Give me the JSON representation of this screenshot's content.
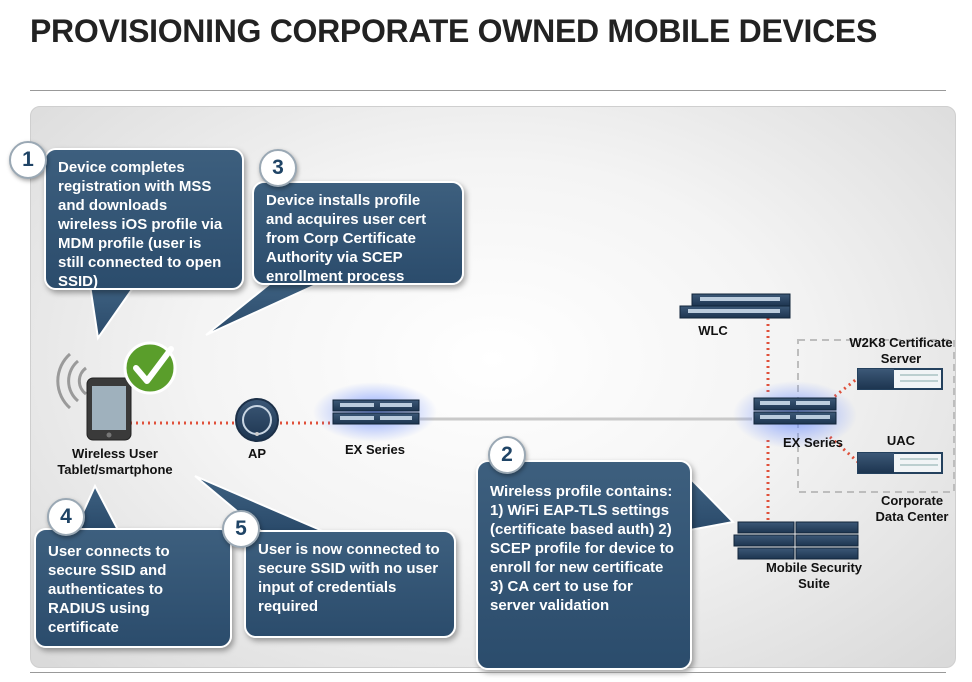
{
  "title": "PROVISIONING CORPORATE OWNED MOBILE DEVICES",
  "steps": [
    {
      "number": "1",
      "text": "Device completes registration with MSS and downloads wireless iOS profile via MDM profile (user is still connected to open SSID)"
    },
    {
      "number": "2",
      "text": "Wireless profile contains: 1) WiFi EAP-TLS settings (certificate based auth) 2) SCEP profile for device to enroll for new certificate 3) CA cert to use for server validation"
    },
    {
      "number": "3",
      "text": "Device installs profile and acquires user cert from Corp Certificate Authority via SCEP enrollment process"
    },
    {
      "number": "4",
      "text": "User connects to secure SSID and authenticates to RADIUS using certificate"
    },
    {
      "number": "5",
      "text": "User is now connected to secure SSID with no user input of credentials required"
    }
  ],
  "nodes": {
    "tablet": "Wireless User Tablet/smartphone",
    "ap": "AP",
    "ex_left": "EX Series",
    "ex_right": "EX Series",
    "wlc": "WLC",
    "w2k8": "W2K8 Certificate Server",
    "uac": "UAC",
    "mss": "Mobile Security Suite",
    "datacenter": "Corporate Data Center"
  },
  "colors": {
    "callout": "#2f5070",
    "link": "#e0503a",
    "check": "#5a9e2b"
  },
  "icons": {
    "check": "checkmark-icon",
    "wifi": "wifi-signal-icon"
  }
}
